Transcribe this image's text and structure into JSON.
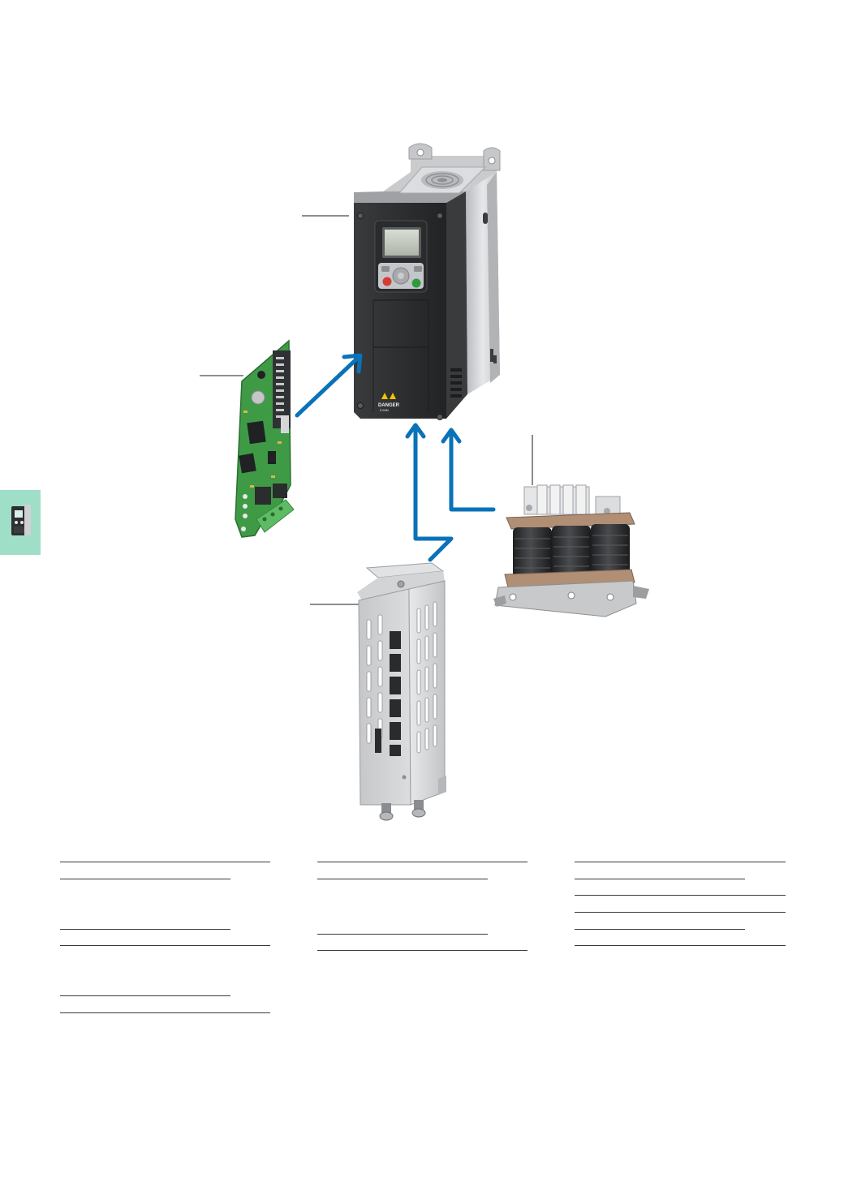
{
  "page": {
    "title": "",
    "body_text": ""
  },
  "drive": {
    "danger_label": "DANGER",
    "danger_sub": "5 MIN",
    "colors": {
      "front": "#2b2c2e",
      "housing": "#d9dadc",
      "stop_button": "#d63b33",
      "run_button": "#2f9a3e"
    }
  },
  "accessories": {
    "option_board": {
      "color": "#3f9a45"
    },
    "brake_resistor": {
      "color": "#c9cbcd"
    },
    "choke": {
      "core_color": "#2e2e30",
      "band_color": "#b08f74"
    }
  },
  "arrows": {
    "color": "#0a72b9"
  },
  "side_tab": {
    "color": "#9fdfc7",
    "icon": "drive-unit-icon"
  },
  "text_columns": [
    {
      "rules": 6
    },
    {
      "rules": 4
    },
    {
      "rules": 6
    }
  ]
}
